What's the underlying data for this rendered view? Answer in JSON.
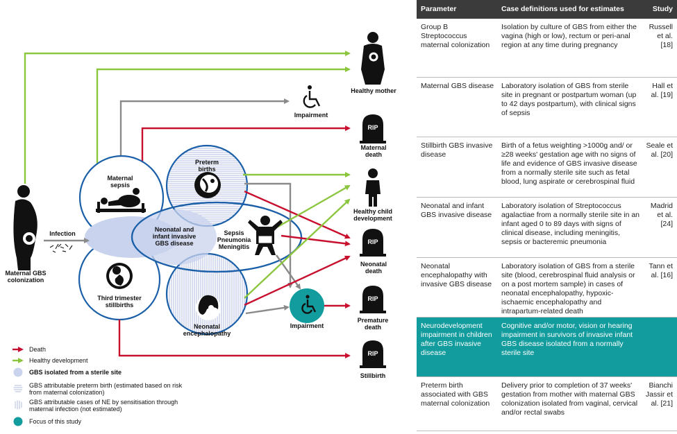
{
  "diagram": {
    "nodes": {
      "maternal_colonization": "Maternal GBS colonization",
      "infection": "Infection",
      "maternal_sepsis": "Maternal sepsis",
      "preterm_births": "Preterm births",
      "neonatal_invasive": "Neonatal and infant invasive GBS disease",
      "sepsis_list": "Sepsis Pneumonia Meningitis",
      "third_trimester": "Third trimester stillbirths",
      "neonatal_enceph": "Neonatal encephalopathy",
      "impairment_center": "Impairment",
      "impairment_top": "Impairment",
      "healthy_mother": "Healthy mother",
      "maternal_death": "Maternal death",
      "healthy_child": "Healthy child development",
      "neonatal_death": "Neonatal death",
      "premature_death": "Premature death",
      "stillbirth": "Stillbirth",
      "rip": "RIP"
    },
    "legend": [
      {
        "swatch": "red-arrow",
        "text": "Death"
      },
      {
        "swatch": "green-arrow",
        "text": "Healthy development"
      },
      {
        "swatch": "solid-circle",
        "text": "GBS isolated from a sterile site"
      },
      {
        "swatch": "horizontal-hatch",
        "text": "GBS attributable preterm birth (estimated based on risk from maternal colonization)"
      },
      {
        "swatch": "vertical-hatch",
        "text": "GBS attributable cases of NE by sensitisation through maternal infection (not estimated)"
      },
      {
        "swatch": "teal-circle",
        "text": "Focus of this study"
      }
    ],
    "colors": {
      "death": "#c8102e",
      "healthy": "#8cc63f",
      "neutral": "#8a8a8a",
      "focus": "#139c9e",
      "circle": "#1a5fa8",
      "fill": "#c9d3ee"
    }
  },
  "table": {
    "headers": [
      "Parameter",
      "Case definitions used for estimates",
      "Study"
    ],
    "rows": [
      {
        "parameter": "Group B Streptococcus maternal colonization",
        "definition": "Isolation by culture of GBS from either the vagina (high or low), rectum or peri-anal region at any time during pregnancy",
        "study": "Russell et al. [18]",
        "highlight": false
      },
      {
        "parameter": "Maternal GBS disease",
        "definition": "Laboratory isolation of GBS from sterile site in pregnant or postpartum woman (up to 42 days postpartum), with clinical signs of sepsis",
        "study": "Hall et al. [19]",
        "highlight": false
      },
      {
        "parameter": "Stillbirth GBS invasive disease",
        "definition": "Birth of a fetus weighting >1000g and/ or ≥28 weeks' gestation age with no signs of life and evidence of GBS invasive disease from a normally sterile site such as fetal blood, lung aspirate or cerebrospinal fluid",
        "study": "Seale et al. [20]",
        "highlight": false
      },
      {
        "parameter": "Neonatal and infant GBS invasive disease",
        "definition": "Laboratory isolation of Streptococcus agalactiae from a normally sterile site in an infant aged 0 to 89 days with signs of clinical disease, including meningitis, sepsis or bacteremic pneumonia",
        "study": "Madrid et al. [24]",
        "highlight": false
      },
      {
        "parameter": "Neonatal encephalopathy with invasive GBS disease",
        "definition": "Laboratory isolation of GBS from a sterile site (blood, cerebrospinal fluid analysis or on a post mortem sample) in cases of neonatal encephalopathy, hypoxic-ischaemic encephalopathy and intrapartum-related death",
        "study": "Tann et al. [16]",
        "highlight": false
      },
      {
        "parameter": "Neurodevelopment impairment in children after GBS invasive disease",
        "definition": "Cognitive and/or motor, vision or hearing impairment in survivors of invasive infant GBS disease isolated from a normally sterile site",
        "study": "",
        "highlight": true
      },
      {
        "parameter": "Preterm birth associated with GBS maternal colonization",
        "definition": "Delivery prior to completion of 37 weeks' gestation from mother with maternal GBS colonization isolated from vaginal, cervical and/or rectal swabs",
        "study": "Bianchi Jassir et al. [21]",
        "highlight": false
      }
    ]
  }
}
